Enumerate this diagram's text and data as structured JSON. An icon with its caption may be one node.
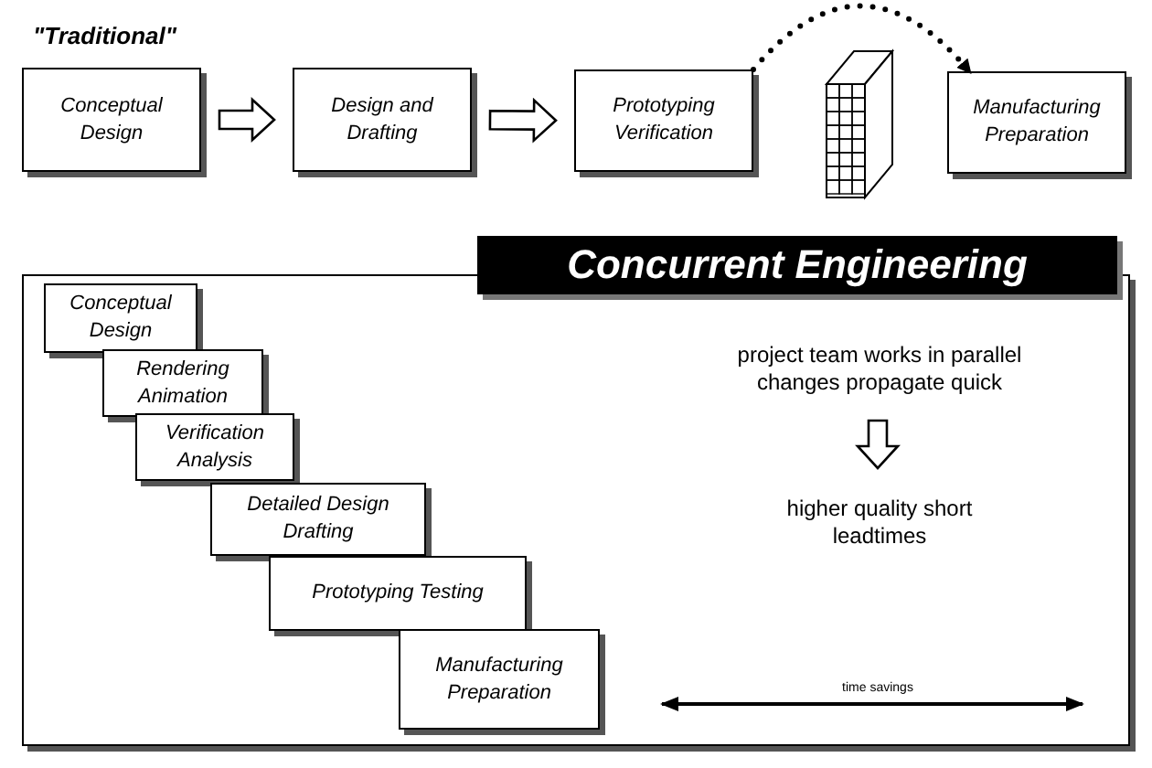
{
  "diagram": {
    "nodes": [
      {
        "text": [
          "Conceptual Design"
        ]
      },
      {
        "text": [
          "Design and Drafting"
        ]
      },
      {
        "text": [
          "Prototyping Verification"
        ]
      },
      {
        "text": [
          "Manufacturing Preparation"
        ]
      },
      {
        "text": [
          "Concurrent Engineering"
        ]
      },
      {
        "text": [
          "Conceptual Design"
        ],
        "in": 4
      },
      {
        "text": [
          "Rendering Animation"
        ],
        "in": 4
      },
      {
        "text": [
          "Verification Analysis"
        ],
        "in": 4
      },
      {
        "text": [
          "Detailed Design Drafting"
        ],
        "in": 4
      },
      {
        "text": [
          "Prototyping Testing"
        ],
        "in": 4
      },
      {
        "text": [
          "Manufacturing Preparation"
        ],
        "in": 4
      },
      {
        "text": [
          "project team works in parallel changes propagate quick"
        ],
        "in": 4
      },
      {
        "text": [
          "higher quality short leadtimes"
        ],
        "in": 4
      }
    ],
    "edges": [
      {
        "from": 0,
        "to": 1,
        "arrow": "to"
      },
      {
        "from": 1,
        "to": 2,
        "arrow": "to"
      },
      {
        "from": 2,
        "to": 3,
        "arrow": "to",
        "style": "dashed"
      },
      {
        "from": 11,
        "to": 12,
        "arrow": "to"
      }
    ],
    "labels": [
      "\"Traditional\"",
      "time savings"
    ]
  }
}
